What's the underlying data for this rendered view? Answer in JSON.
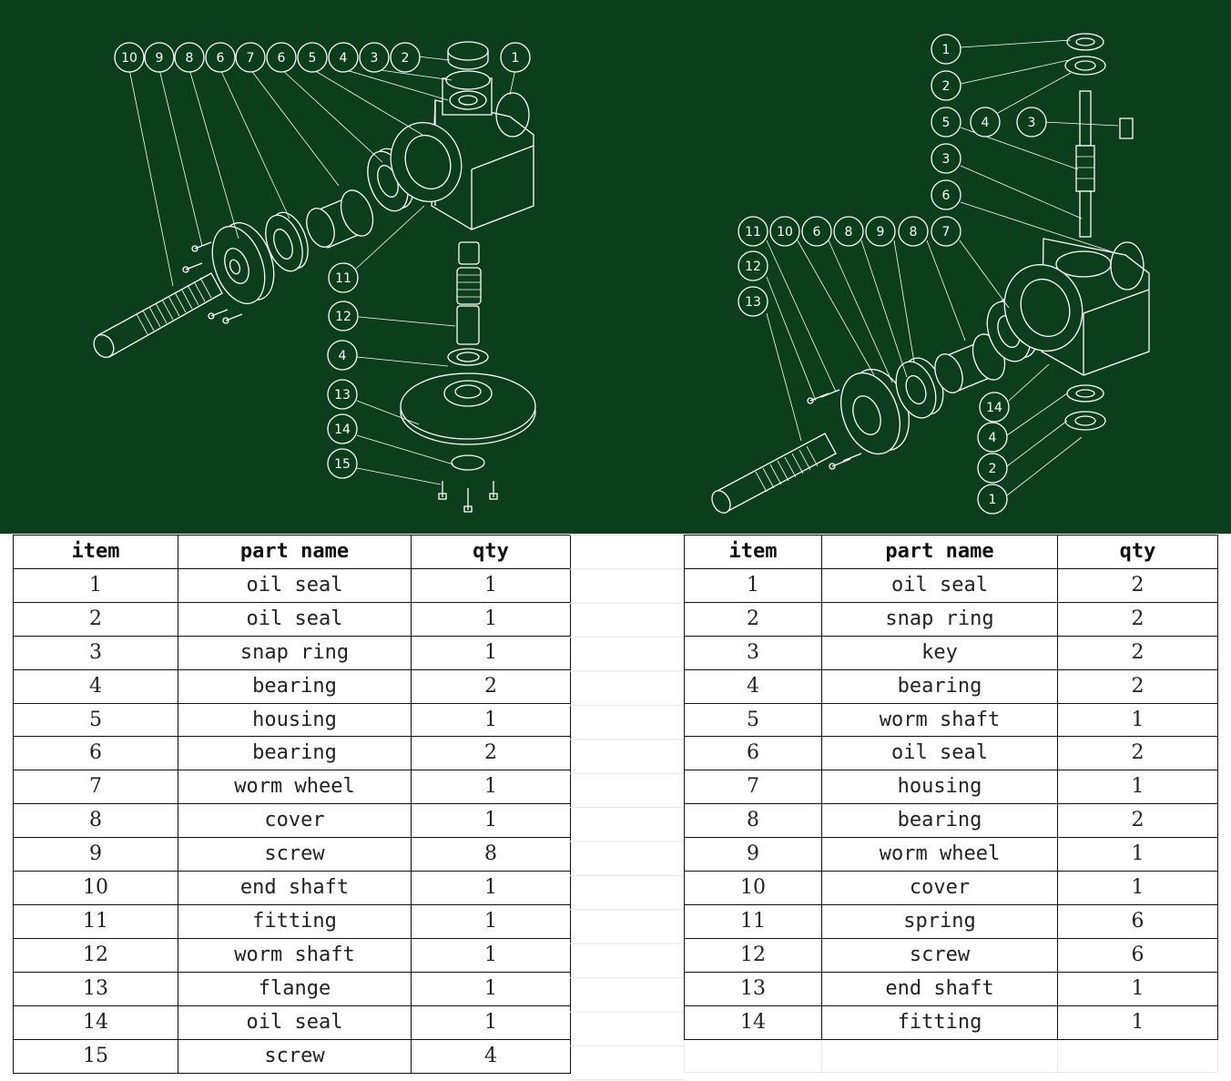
{
  "diagram": {
    "left_callouts": [
      "10",
      "9",
      "8",
      "6",
      "7",
      "6",
      "5",
      "4",
      "3",
      "2",
      "1",
      "11",
      "12",
      "4",
      "13",
      "14",
      "15"
    ],
    "right_callouts": [
      "1",
      "2",
      "5",
      "4",
      "3",
      "3",
      "6",
      "11",
      "10",
      "6",
      "8",
      "9",
      "8",
      "7",
      "12",
      "13",
      "14",
      "4",
      "2",
      "1"
    ],
    "colors": {
      "background": "#0c3d1c",
      "line": "#ffffff"
    }
  },
  "tables": {
    "left": {
      "headers": {
        "item": "item",
        "part_name": "part name",
        "qty": "qty"
      },
      "rows": [
        {
          "item": "1",
          "part": "oil seal",
          "qty": "1"
        },
        {
          "item": "2",
          "part": "oil seal",
          "qty": "1"
        },
        {
          "item": "3",
          "part": "snap ring",
          "qty": "1"
        },
        {
          "item": "4",
          "part": "bearing",
          "qty": "2"
        },
        {
          "item": "5",
          "part": "housing",
          "qty": "1"
        },
        {
          "item": "6",
          "part": "bearing",
          "qty": "2"
        },
        {
          "item": "7",
          "part": "worm wheel",
          "qty": "1"
        },
        {
          "item": "8",
          "part": "cover",
          "qty": "1"
        },
        {
          "item": "9",
          "part": "screw",
          "qty": "8"
        },
        {
          "item": "10",
          "part": "end shaft",
          "qty": "1"
        },
        {
          "item": "11",
          "part": "fitting",
          "qty": "1"
        },
        {
          "item": "12",
          "part": "worm shaft",
          "qty": "1"
        },
        {
          "item": "13",
          "part": "flange",
          "qty": "1"
        },
        {
          "item": "14",
          "part": "oil seal",
          "qty": "1"
        },
        {
          "item": "15",
          "part": "screw",
          "qty": "4"
        }
      ]
    },
    "right": {
      "headers": {
        "item": "item",
        "part_name": "part name",
        "qty": "qty"
      },
      "rows": [
        {
          "item": "1",
          "part": "oil seal",
          "qty": "2"
        },
        {
          "item": "2",
          "part": "snap ring",
          "qty": "2"
        },
        {
          "item": "3",
          "part": "key",
          "qty": "2"
        },
        {
          "item": "4",
          "part": "bearing",
          "qty": "2"
        },
        {
          "item": "5",
          "part": "worm shaft",
          "qty": "1"
        },
        {
          "item": "6",
          "part": "oil seal",
          "qty": "2"
        },
        {
          "item": "7",
          "part": "housing",
          "qty": "1"
        },
        {
          "item": "8",
          "part": "bearing",
          "qty": "2"
        },
        {
          "item": "9",
          "part": "worm wheel",
          "qty": "1"
        },
        {
          "item": "10",
          "part": "cover",
          "qty": "1"
        },
        {
          "item": "11",
          "part": "spring",
          "qty": "6"
        },
        {
          "item": "12",
          "part": "screw",
          "qty": "6"
        },
        {
          "item": "13",
          "part": "end shaft",
          "qty": "1"
        },
        {
          "item": "14",
          "part": "fitting",
          "qty": "1"
        }
      ]
    }
  }
}
